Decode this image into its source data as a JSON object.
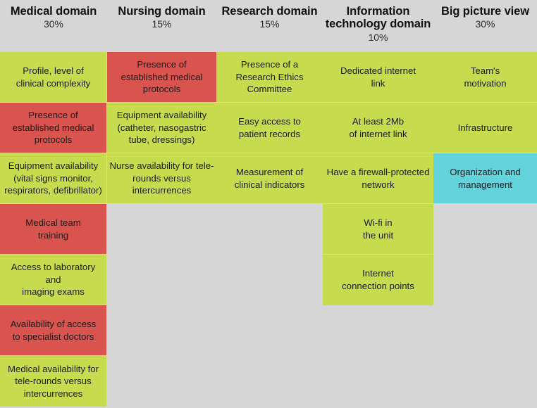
{
  "colors": {
    "background": "#d6d6d6",
    "green": "#c7db4f",
    "red": "#d9534f",
    "cyan": "#62d2db",
    "text": "#1c1c1c"
  },
  "columns": [
    {
      "id": "medical-domain",
      "title": "Medical\ndomain",
      "percent": "30%",
      "cells": [
        {
          "label": "Profile, level of\nclinical complexity",
          "color": "green"
        },
        {
          "label": "Presence of\nestablished medical\nprotocols",
          "color": "red"
        },
        {
          "label": "Equipment availability\n(vital signs monitor,\nrespirators, defibrillator)",
          "color": "green"
        },
        {
          "label": "Medical team\ntraining",
          "color": "red"
        },
        {
          "label": "Access to laboratory and\nimaging exams",
          "color": "green"
        },
        {
          "label": "Availability of access\nto specialist doctors",
          "color": "red"
        },
        {
          "label": "Medical availability for\ntele-rounds versus\nintercurrences",
          "color": "green"
        }
      ]
    },
    {
      "id": "nursing-domain",
      "title": "Nursing\ndomain",
      "percent": "15%",
      "cells": [
        {
          "label": "Presence of\nestablished medical\nprotocols",
          "color": "red"
        },
        {
          "label": "Equipment availability\n(catheter, nasogastric\ntube, dressings)",
          "color": "green"
        },
        {
          "label": "Nurse availability for tele-\nrounds versus\nintercurrences",
          "color": "green",
          "clipped": true
        }
      ]
    },
    {
      "id": "research-domain",
      "title": "Research\ndomain",
      "percent": "15%",
      "cells": [
        {
          "label": "Presence of a\nResearch Ethics\nCommittee",
          "color": "green"
        },
        {
          "label": "Easy access to\npatient records",
          "color": "green"
        },
        {
          "label": "Measurement of\nclinical indicators",
          "color": "green"
        }
      ]
    },
    {
      "id": "information-technology-domain",
      "title": "Information\ntechnology domain",
      "percent": "10%",
      "cells": [
        {
          "label": "Dedicated internet\nlink",
          "color": "green"
        },
        {
          "label": "At least 2Mb\nof internet link",
          "color": "green"
        },
        {
          "label": "Have a firewall-protected\nnetwork",
          "color": "green",
          "clipped": true
        },
        {
          "label": "Wi-fi in\nthe unit",
          "color": "green"
        },
        {
          "label": "Internet\nconnection points",
          "color": "green"
        }
      ]
    },
    {
      "id": "big-picture-view",
      "title": "Big picture\nview",
      "percent": "30%",
      "cells": [
        {
          "label": "Team's\nmotivation",
          "color": "green"
        },
        {
          "label": "Infrastructure",
          "color": "green"
        },
        {
          "label": "Organization and\nmanagement",
          "color": "cyan"
        }
      ]
    }
  ]
}
